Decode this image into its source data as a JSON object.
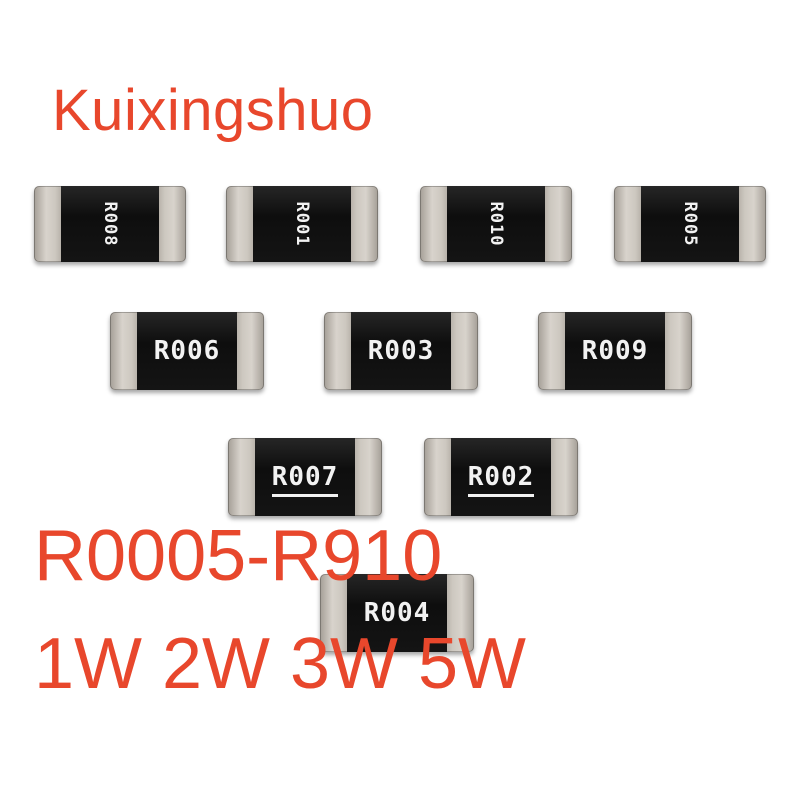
{
  "brand": "Kuixingshuo",
  "range_text": "R0005-R910",
  "power_text": "1W 2W 3W 5W",
  "chips": {
    "r008": "R008",
    "r001": "R001",
    "r010": "R010",
    "r005": "R005",
    "r006": "R006",
    "r003": "R003",
    "r009": "R009",
    "r007": "R007",
    "r002": "R002",
    "r004": "R004"
  },
  "colors": {
    "text_accent": "#e8472c",
    "chip_body": "#111111",
    "chip_terminal": "#cdc8c0"
  }
}
